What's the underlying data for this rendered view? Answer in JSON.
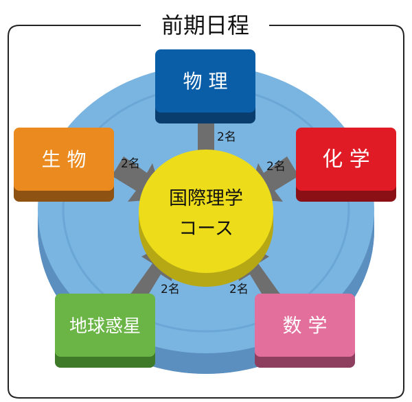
{
  "frame": {
    "title": "前期日程"
  },
  "center": {
    "line1": "国際理学",
    "line2": "コース"
  },
  "nodes": [
    {
      "id": "physics",
      "label": "物 理",
      "count": "2名",
      "color": "#0a5ea8",
      "shadow": "#083d6e"
    },
    {
      "id": "chemistry",
      "label": "化 学",
      "count": "2名",
      "color": "#e01b25",
      "shadow": "#8a1016"
    },
    {
      "id": "math",
      "label": "数 学",
      "count": "2名",
      "color": "#e36f9c",
      "shadow": "#8e3e5f"
    },
    {
      "id": "earth",
      "label": "地球惑星",
      "count": "2名",
      "color": "#6ab545",
      "shadow": "#3e7a27"
    },
    {
      "id": "biology",
      "label": "生 物",
      "count": "2名",
      "color": "#ea8a1f",
      "shadow": "#8e5212"
    }
  ],
  "colors": {
    "disc_top": "#7ab4e0",
    "disc_side": "#5a8fc0",
    "disc_ring": "#6aa6d6",
    "center_top": "#ecdc1a",
    "center_side": "#b6a815",
    "arrow": "#6e6e6e"
  }
}
